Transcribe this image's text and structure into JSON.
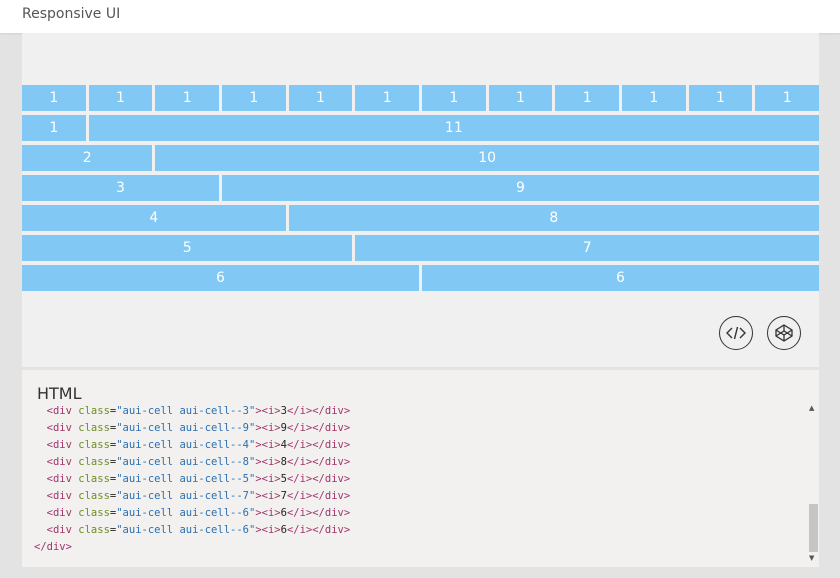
{
  "app": {
    "title": "Responsive UI"
  },
  "grid": {
    "rows": [
      [
        "1",
        "1",
        "1",
        "1",
        "1",
        "1",
        "1",
        "1",
        "1",
        "1",
        "1",
        "1"
      ],
      [
        "1",
        "11"
      ],
      [
        "2",
        "10"
      ],
      [
        "3",
        "9"
      ],
      [
        "4",
        "8"
      ],
      [
        "5",
        "7"
      ],
      [
        "6",
        "6"
      ]
    ]
  },
  "actions": {
    "code_icon": "code-icon",
    "codepen_icon": "codepen-icon"
  },
  "code": {
    "title": "HTML",
    "lines": [
      {
        "indent": "  ",
        "cls": "aui-cell aui-cell--3",
        "val": "3"
      },
      {
        "indent": "  ",
        "cls": "aui-cell aui-cell--9",
        "val": "9"
      },
      {
        "indent": "  ",
        "cls": "aui-cell aui-cell--4",
        "val": "4"
      },
      {
        "indent": "  ",
        "cls": "aui-cell aui-cell--8",
        "val": "8"
      },
      {
        "indent": "  ",
        "cls": "aui-cell aui-cell--5",
        "val": "5"
      },
      {
        "indent": "  ",
        "cls": "aui-cell aui-cell--7",
        "val": "7"
      },
      {
        "indent": "  ",
        "cls": "aui-cell aui-cell--6",
        "val": "6"
      },
      {
        "indent": "  ",
        "cls": "aui-cell aui-cell--6",
        "val": "6"
      }
    ],
    "closing": "</div>"
  },
  "colors": {
    "cell": "#81c9f4",
    "panel": "#f0f0f0",
    "code_bg": "#f2f1ef"
  }
}
